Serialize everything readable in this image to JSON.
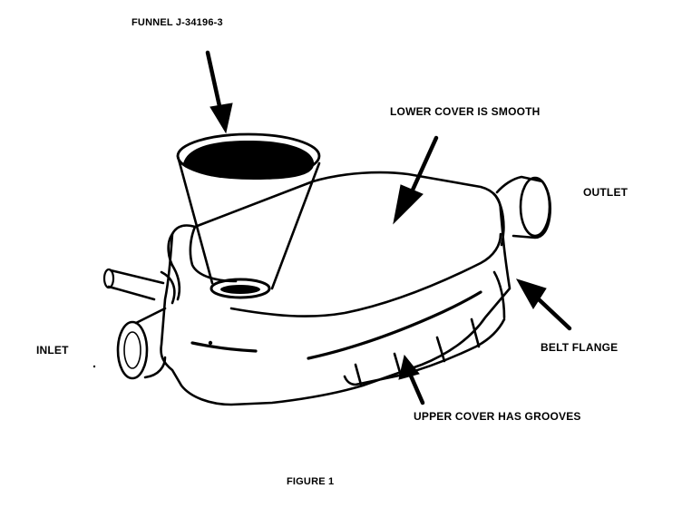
{
  "labels": {
    "funnel": "FUNNEL J-34196-3",
    "lower_cover": "LOWER COVER IS SMOOTH",
    "outlet": "OUTLET",
    "inlet": "INLET",
    "belt_flange": "BELT FLANGE",
    "upper_cover": "UPPER COVER HAS GROOVES",
    "caption": "FIGURE 1"
  },
  "colors": {
    "ink": "#000000",
    "paper": "#ffffff"
  }
}
